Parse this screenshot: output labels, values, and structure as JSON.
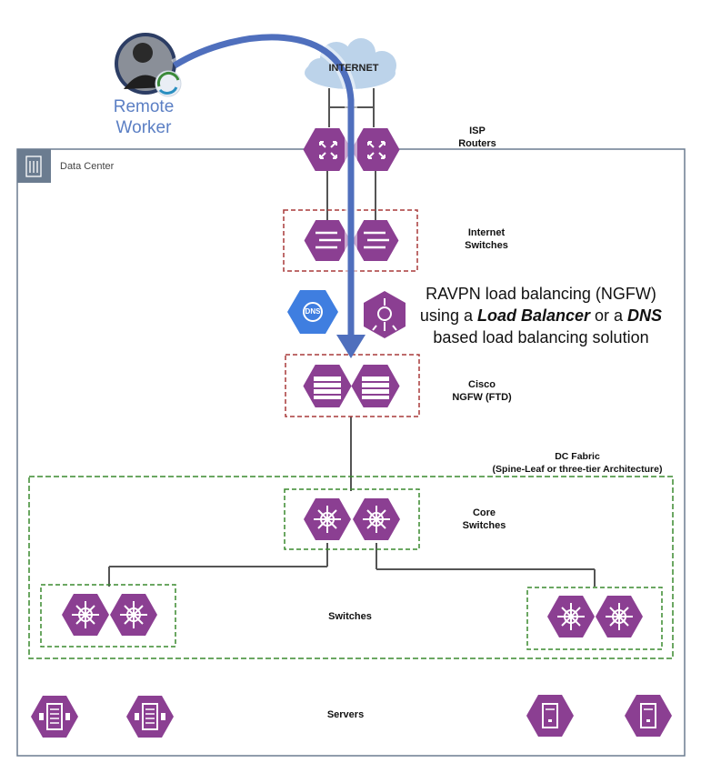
{
  "remote_worker": {
    "line1": "Remote",
    "line2": "Worker"
  },
  "internet": {
    "label": "INTERNET"
  },
  "datacenter": {
    "label": "Data Center"
  },
  "isp": {
    "line1": "ISP",
    "line2": "Routers"
  },
  "internet_switches": {
    "line1": "Internet",
    "line2": "Switches"
  },
  "dns_badge": "DNS",
  "note": {
    "line1": "RAVPN load balancing (NGFW)",
    "line2_a": "using a ",
    "line2_b": "Load Balancer",
    "line2_c": " or a ",
    "line2_d": "DNS",
    "line3": "based load balancing solution"
  },
  "ngfw": {
    "line1": "Cisco",
    "line2": "NGFW (FTD)"
  },
  "fabric": {
    "line1": "DC Fabric",
    "line2": "(Spine-Leaf or three-tier Architecture)"
  },
  "core": {
    "line1": "Core",
    "line2": "Switches"
  },
  "switches": {
    "label": "Switches"
  },
  "servers": {
    "label": "Servers"
  },
  "colors": {
    "device_purple": "#8b3f92",
    "flow_arrow": "#4f6fbd",
    "red_group": "#a83a3a",
    "green_group": "#3a8a2e",
    "frame": "#6b7c90",
    "dns_blue": "#3f7ee0"
  }
}
